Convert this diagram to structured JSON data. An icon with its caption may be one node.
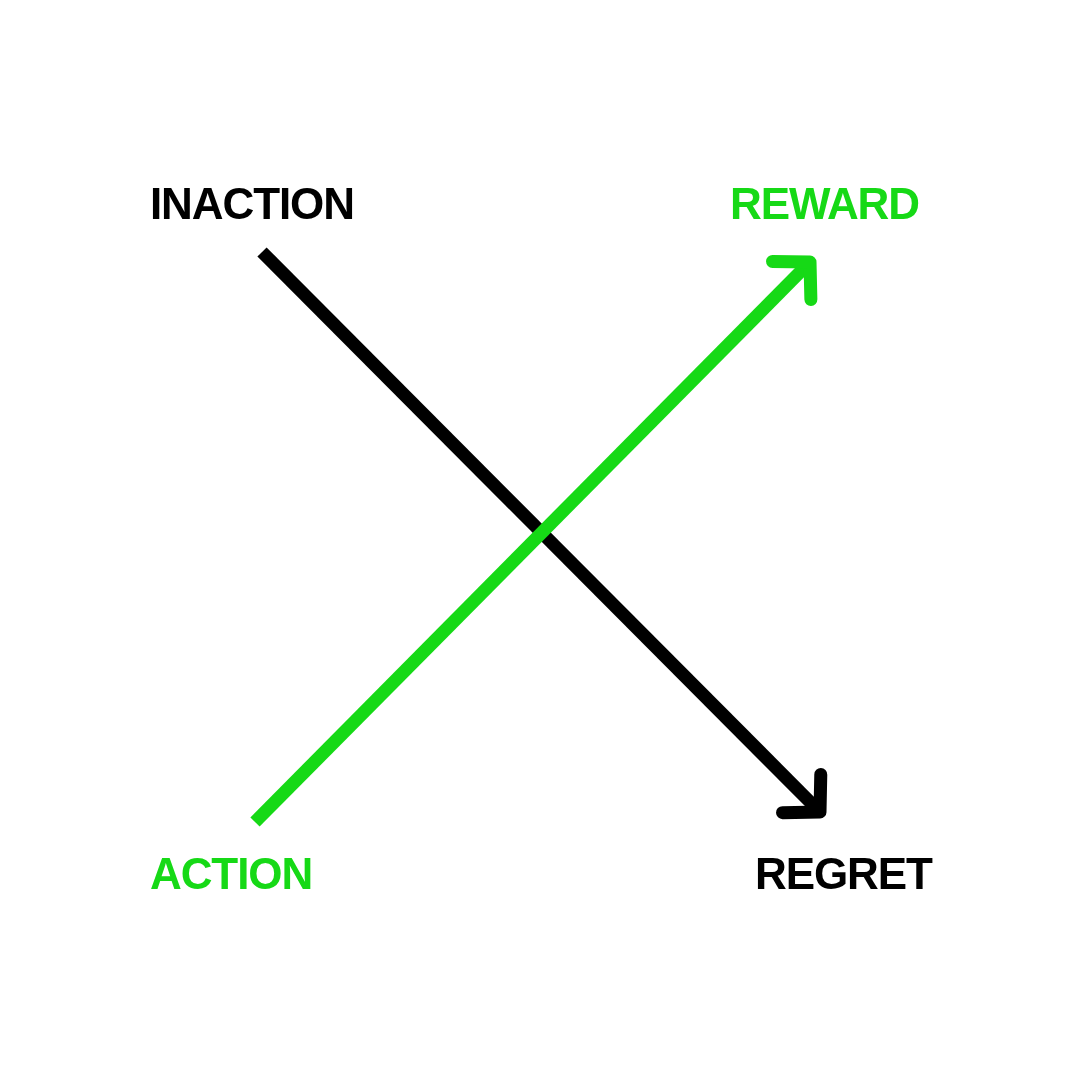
{
  "diagram": {
    "nodes": [
      {
        "text": [
          "INACTION"
        ]
      },
      {
        "text": [
          "REWARD"
        ]
      },
      {
        "text": [
          "ACTION"
        ]
      },
      {
        "text": [
          "REGRET"
        ]
      }
    ],
    "edges": [
      {
        "from": 0,
        "to": 3,
        "arrow": "to",
        "color": "#000000"
      },
      {
        "from": 2,
        "to": 1,
        "arrow": "to",
        "color": "#16d916"
      }
    ]
  }
}
